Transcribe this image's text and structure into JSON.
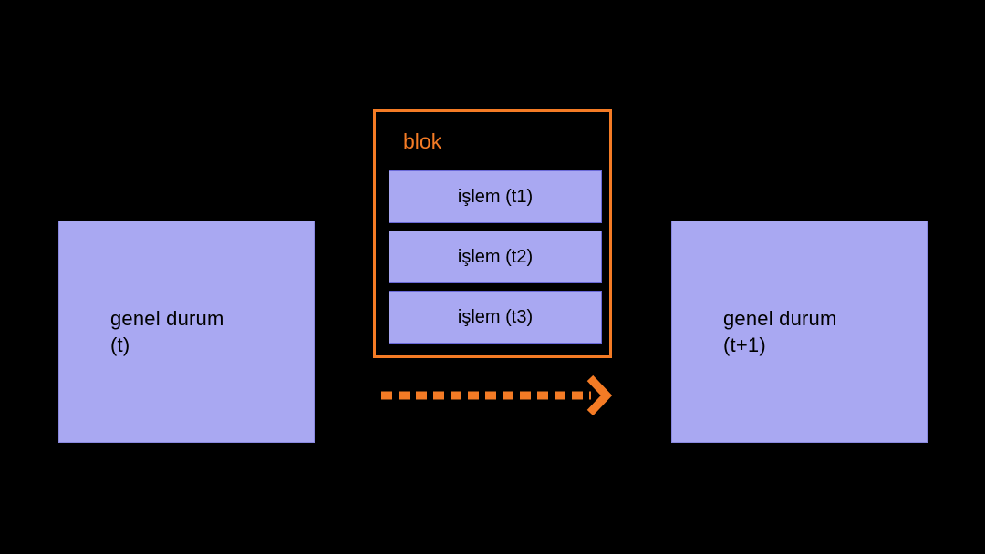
{
  "diagram": {
    "background_color": "#000000",
    "accent_color": "#f47b25",
    "box_fill_color": "#a9a8f2",
    "text_color": "#000000",
    "left_state": {
      "name": "genel durum (t)",
      "line1": "genel durum",
      "line2": "(t)"
    },
    "right_state": {
      "name": "genel durum (t+1)",
      "line1": "genel durum",
      "line2": "(t+1)"
    },
    "block": {
      "title": "blok",
      "transactions": [
        {
          "label": "işlem (t1)"
        },
        {
          "label": "işlem (t2)"
        },
        {
          "label": "işlem (t3)"
        }
      ]
    },
    "arrow": {
      "icon": "dashed-arrow-right-icon",
      "label": "",
      "direction": "right",
      "style": "dashed",
      "color": "#f47b25"
    }
  }
}
